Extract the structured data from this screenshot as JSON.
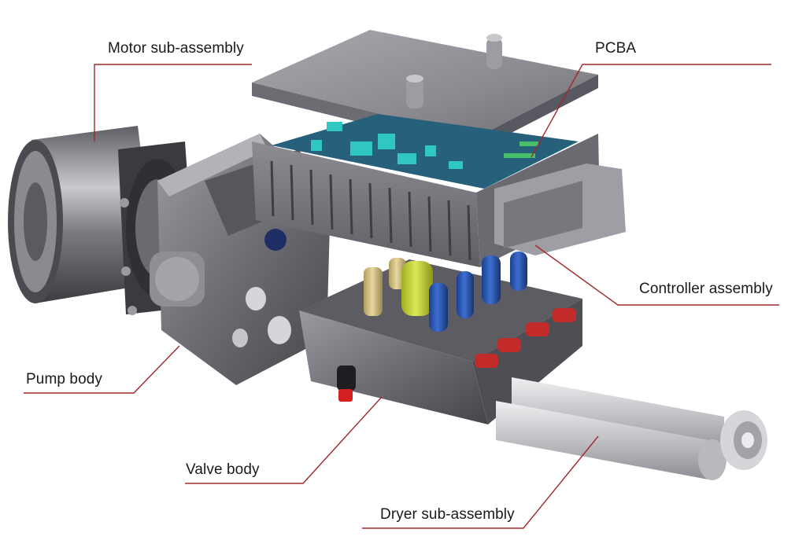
{
  "diagram": {
    "callouts": [
      {
        "id": "motor",
        "label": "Motor sub-assembly"
      },
      {
        "id": "pcba",
        "label": "PCBA"
      },
      {
        "id": "controller",
        "label": "Controller assembly"
      },
      {
        "id": "pump",
        "label": "Pump body"
      },
      {
        "id": "valve",
        "label": "Valve body"
      },
      {
        "id": "dryer",
        "label": "Dryer sub-assembly"
      }
    ],
    "leader_color": "#a3282c"
  }
}
